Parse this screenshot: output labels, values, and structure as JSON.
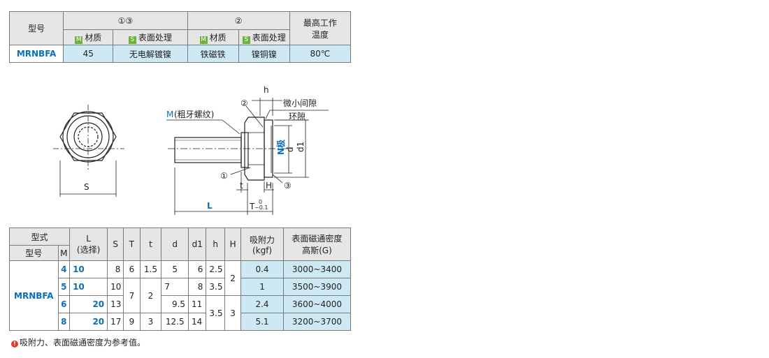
{
  "spec_table": {
    "model_header": "型号",
    "group1_header": "①③",
    "group2_header": "②",
    "max_temp_header_line1": "最高工作",
    "max_temp_header_line2": "温度",
    "material_icon": "M",
    "surface_icon": "S",
    "material_label": "材质",
    "surface_label": "表面处理",
    "row": {
      "model": "MRNBFA",
      "material1": "45",
      "surface1": "无电解镀镍",
      "material2": "铁磁铁",
      "surface2": "镍铜镍",
      "max_temp": "80℃"
    }
  },
  "drawing": {
    "label_m": "M",
    "label_thread": "(粗牙螺纹)",
    "label_h": "h",
    "label_gap": "微小间隙",
    "label_ring": "环隙",
    "label_circle2": "②",
    "label_circle1": "①",
    "label_circle3": "③",
    "label_n": "N极",
    "label_d": "d",
    "label_d1": "d1",
    "label_s": "S",
    "label_t": "t",
    "label_H": "H",
    "label_L": "L",
    "label_T": "T",
    "label_tol_upper": "0",
    "label_tol_lower": "−0.1"
  },
  "dim_table": {
    "header_type": "型式",
    "header_model": "型号",
    "header_m": "M",
    "header_l": "L",
    "header_l_sub": "(选择)",
    "header_s": "S",
    "header_T": "T",
    "header_t": "t",
    "header_d": "d",
    "header_d1": "d1",
    "header_h": "h",
    "header_H": "H",
    "header_force1": "吸附力",
    "header_force2": "(kgf)",
    "header_density1": "表面磁通密度",
    "header_density2": "高斯(G)",
    "model": "MRNBFA",
    "rows": [
      {
        "m": "4",
        "l": "10",
        "s": "8",
        "T": "6",
        "t": "1.5",
        "d": "5",
        "d1": "6",
        "h": "2.5",
        "H": "2",
        "force": "0.4",
        "density": "3000~3400"
      },
      {
        "m": "5",
        "l": "10",
        "s": "10",
        "T": "7",
        "t": "2",
        "d": "7",
        "d1": "8",
        "h": "3.5",
        "H": "",
        "force": "1",
        "density": "3500~3900"
      },
      {
        "m": "6",
        "l": "20",
        "s": "13",
        "T": "",
        "t": "",
        "d": "9.5",
        "d1": "11",
        "h": "3.5",
        "H": "3",
        "force": "2.4",
        "density": "3600~4000"
      },
      {
        "m": "8",
        "l": "20",
        "s": "17",
        "T": "9",
        "t": "3",
        "d": "12.5",
        "d1": "14",
        "h": "",
        "H": "",
        "force": "5.1",
        "density": "3200~3700"
      }
    ]
  },
  "note": "吸附力、表面磁通密度为参考值。",
  "note_icon": "!"
}
